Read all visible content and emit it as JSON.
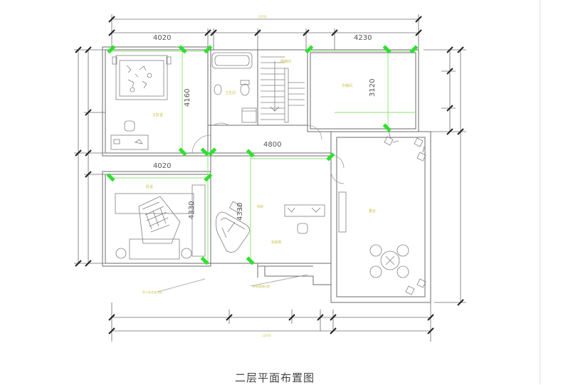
{
  "drawing": {
    "title": "二层平面布置图",
    "dimensions": {
      "top_left": "4020",
      "top_right": "4230",
      "right_room": "3120",
      "bedroom_height": "4160",
      "corridor": "4800",
      "middle": "4020",
      "bottom_room_a": "4330",
      "bottom_room_b": "4330",
      "top_total": "12650",
      "bottom_total": "12650"
    },
    "room_labels": {
      "master": "主卧室",
      "bath": "卫生间",
      "stair": "楼梯间",
      "upper_right": "衣帽间",
      "bedroom2": "卧室",
      "study": "书房",
      "balcony": "露台",
      "desk": "书桌椅"
    },
    "notes": {
      "left": "双人床及床头柜",
      "right": "原有楼梯位置"
    },
    "colors": {
      "wall": "#6b6b6b",
      "marker": "#2fe02f",
      "axis_line": "#8fe37a",
      "label": "#c9c34a"
    }
  }
}
